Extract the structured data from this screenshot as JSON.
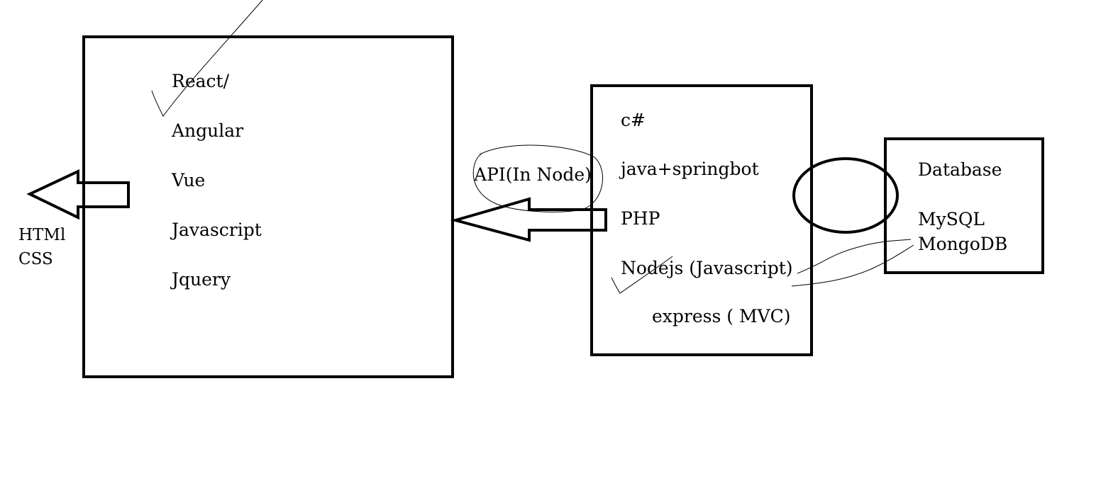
{
  "frontend": {
    "items": [
      "React/",
      "Angular",
      "Vue",
      "Javascript",
      "Jquery"
    ]
  },
  "output_arrow": {
    "lines": [
      "HTMl",
      "CSS"
    ]
  },
  "api_label": "API(In Node)",
  "backend": {
    "items": [
      "c#",
      "java+springbot",
      "PHP",
      "Nodejs (Javascript)"
    ],
    "sub_item": "express ( MVC)"
  },
  "database": {
    "title": "Database",
    "items": [
      "MySQL",
      "MongoDB"
    ]
  },
  "colors": {
    "ink": "#000000",
    "background": "#ffffff"
  }
}
